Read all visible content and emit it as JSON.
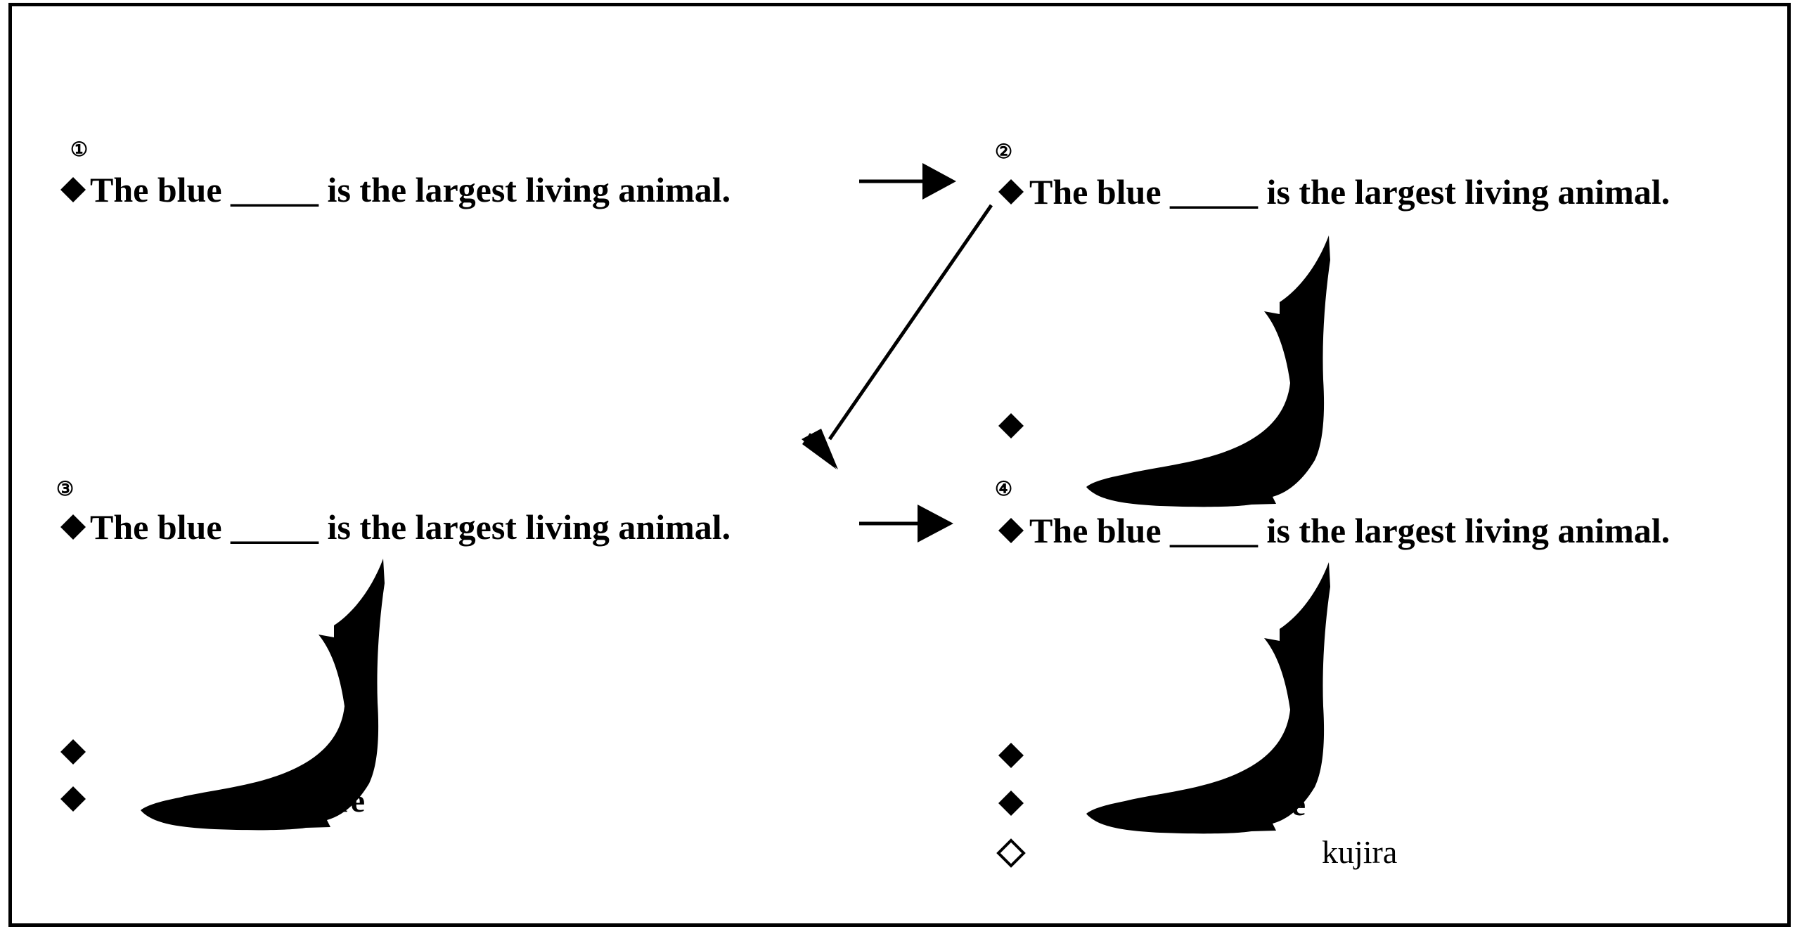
{
  "colors": {
    "ink": "#000000",
    "background": "#ffffff"
  },
  "icons": {
    "bullet": "diamond-filled-icon",
    "hollow_bullet": "diamond-outline-icon",
    "image": "whale-silhouette-icon",
    "flow": "arrow-icon"
  },
  "panels": [
    {
      "number": "①",
      "sentence": "The blue _____ is the largest living animal."
    },
    {
      "number": "②",
      "sentence": "The blue _____ is the largest living animal."
    },
    {
      "number": "③",
      "sentence": "The blue _____ is the largest living animal.",
      "word": "whale"
    },
    {
      "number": "④",
      "sentence": "The blue _____ is the largest living animal.",
      "word": "whale",
      "translation": "kujira"
    }
  ]
}
